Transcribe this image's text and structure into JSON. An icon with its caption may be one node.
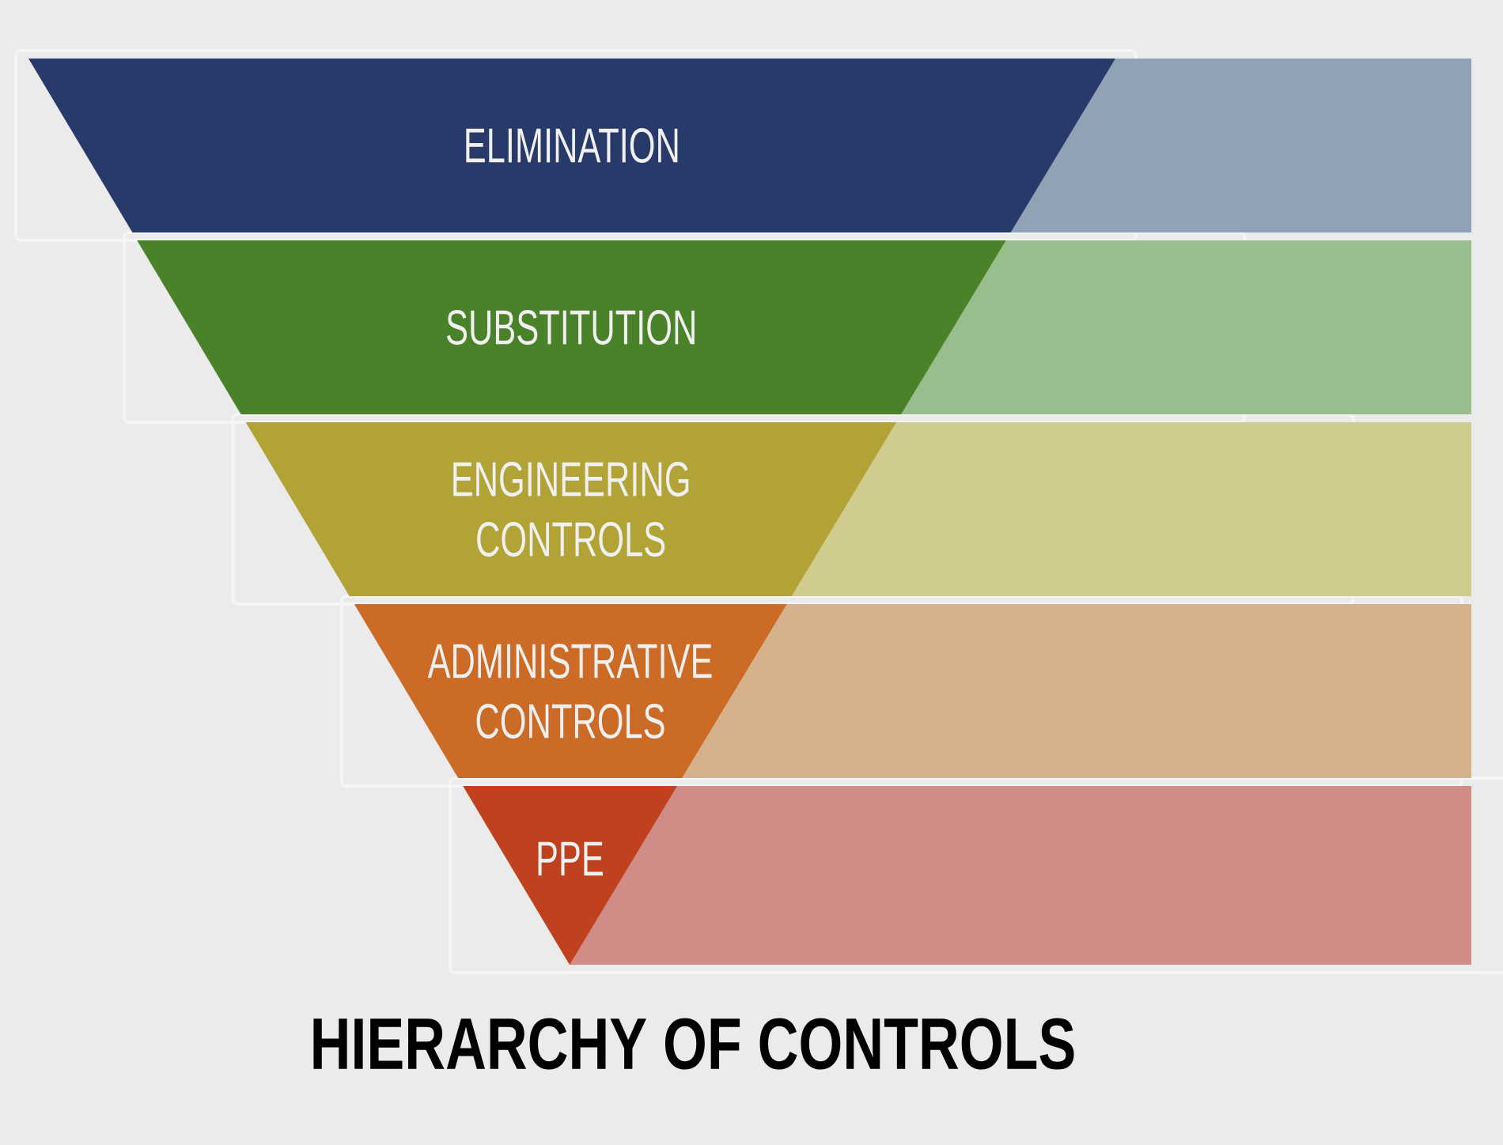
{
  "diagram": {
    "title": "HIERARCHY OF CONTROLS",
    "nodes": [
      {
        "text": [
          "ELIMINATION"
        ]
      },
      {
        "text": [
          "SUBSTITUTION"
        ]
      },
      {
        "text": [
          "ENGINEERING CONTROLS"
        ]
      },
      {
        "text": [
          "ADMINISTRATIVE CONTROLS"
        ]
      },
      {
        "text": [
          "PPE"
        ]
      },
      {
        "text": [],
        "shape": "bar"
      },
      {
        "text": [],
        "shape": "bar"
      },
      {
        "text": [],
        "shape": "bar"
      },
      {
        "text": [],
        "shape": "bar"
      },
      {
        "text": [],
        "shape": "bar"
      }
    ]
  }
}
